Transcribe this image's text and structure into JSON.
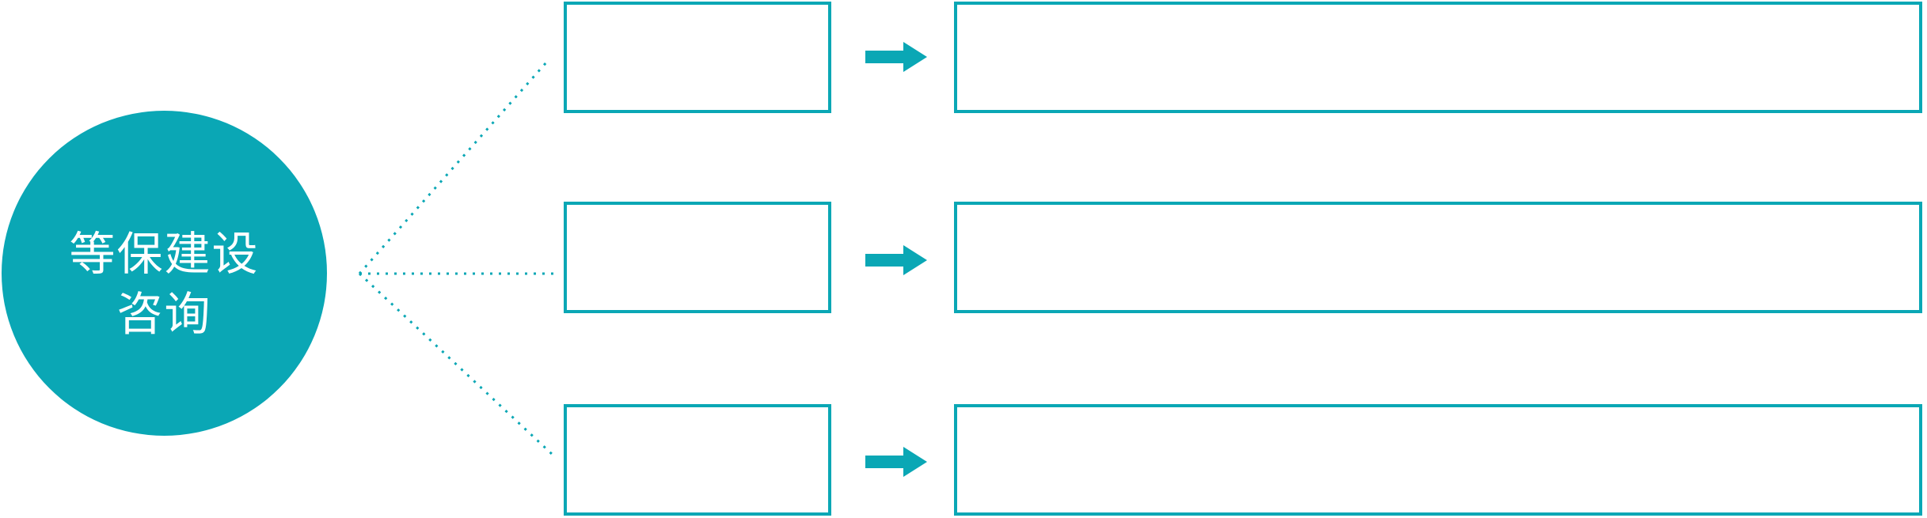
{
  "diagram": {
    "type": "process-fan-diagram",
    "accent_color": "#0AA7B5",
    "background_color": "#FFFFFF",
    "circle": {
      "label_line1": "等保建设",
      "label_line2": "咨询",
      "text_color": "#FFFFFF",
      "shape": "filled-circle"
    },
    "connectors": {
      "style": "dotted",
      "count": 3
    },
    "arrow_icon": "right-block-arrow",
    "rows": [
      {
        "middle_box_label": "",
        "right_box_label": ""
      },
      {
        "middle_box_label": "",
        "right_box_label": ""
      },
      {
        "middle_box_label": "",
        "right_box_label": ""
      }
    ]
  }
}
